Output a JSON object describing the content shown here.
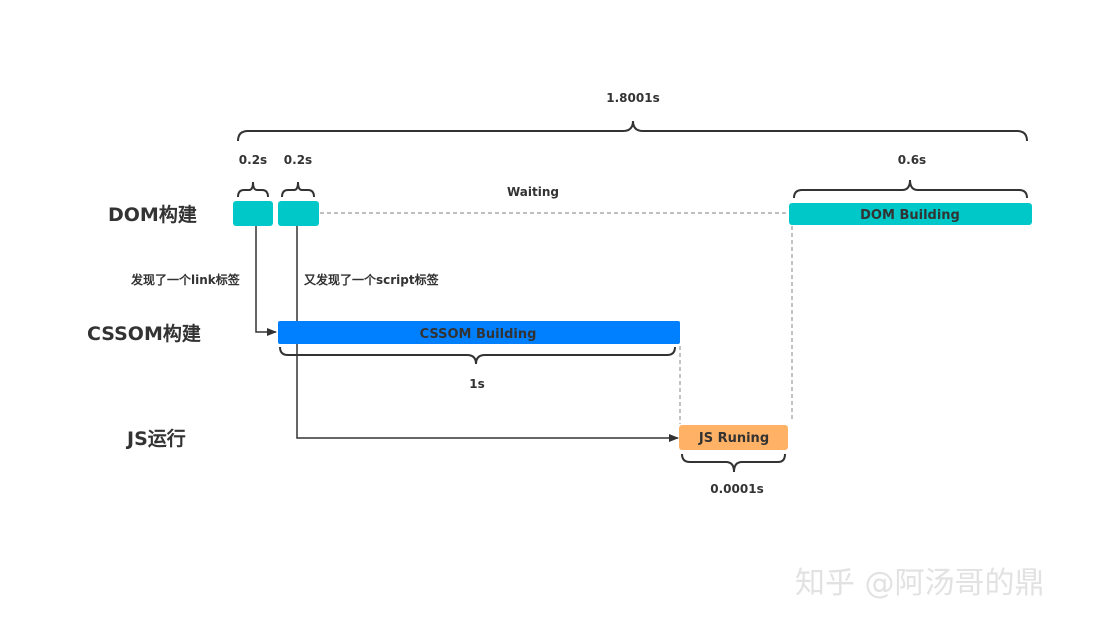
{
  "rows": {
    "dom": "DOM构建",
    "cssom": "CSSOM构建",
    "js": "JS运行"
  },
  "durations": {
    "total": "1.8001s",
    "dom_first": "0.2s",
    "dom_second": "0.2s",
    "dom_building": "0.6s",
    "cssom": "1s",
    "js": "0.0001s"
  },
  "annotations": {
    "waiting": "Waiting",
    "found_link": "发现了一个link标签",
    "found_script": "又发现了一个script标签"
  },
  "bars": {
    "dom_building": "DOM Building",
    "cssom_building": "CSSOM Building",
    "js_running": "JS Runing"
  },
  "watermark": "知乎 @阿汤哥的鼎",
  "colors": {
    "dom": "#00c8c8",
    "cssom": "#0080ff",
    "js": "#ffb266",
    "line": "#333333",
    "dashed": "#999999"
  }
}
